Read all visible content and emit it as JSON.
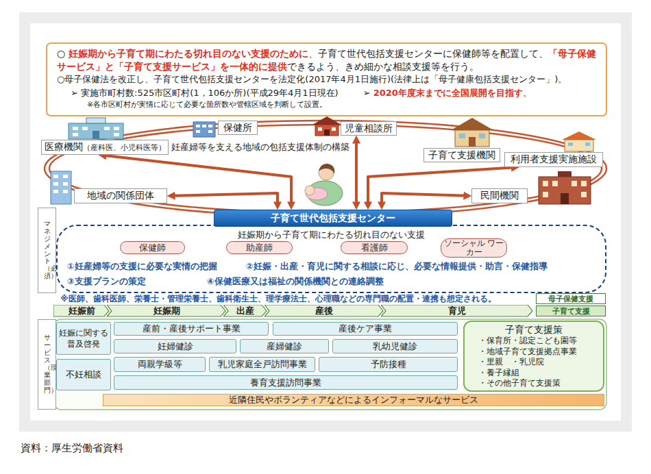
{
  "diagram": {
    "caption": "資料：厚生労働省資料",
    "nodes": [
      {
        "text": [
          "○ 妊娠期から子育て期にわたる切れ目のない支援のために、子育て世代包括支援センターに保健師等を配置して、「母子保健サービス」と「子育て支援サービス」を一体的に提供できるよう、きめ細かな相談支援等を行う。",
          "○母子保健法を改正し、子育て世代包括支援センターを法定化(2017年4月1日施行)(法律上は「母子健康包括支援センター」)。",
          "➢ 実施市町村数:525市区町村(1，106か所)(平成29年4月1日現在)",
          "➢ 2020年度末までに全国展開を目指す。",
          "※各市区町村が実情に応じて必要な箇所数や管轄区域を判断して設置。"
        ]
      },
      {
        "text": [
          "保健所"
        ]
      },
      {
        "text": [
          "児童相談所"
        ]
      },
      {
        "text": [
          "子育て支援機関"
        ]
      },
      {
        "text": [
          "医療機関（産科医、小児科医等）"
        ]
      },
      {
        "text": [
          "利用者支援実施施設"
        ]
      },
      {
        "text": [
          "地域の関係団体"
        ]
      },
      {
        "text": [
          "民間機関"
        ]
      },
      {
        "text": [
          "子育て世代包括支援センター"
        ]
      },
      {
        "text": [
          "マネジメント（必須）"
        ]
      },
      {
        "text": [
          "妊娠期から子育て期にわたる切れ目のない支援",
          "①妊産婦等の支援に必要な実情の把握",
          "②妊娠・出産・育児に関する相談に応じ、必要な情報提供・助言・保健指導",
          "③支援プランの策定",
          "④保健医療又は福祉の関係機関との連絡調整"
        ]
      },
      {
        "text": [
          "保健師"
        ],
        "in": 10
      },
      {
        "text": [
          "助産師"
        ],
        "in": 10
      },
      {
        "text": [
          "看護師"
        ],
        "in": 10
      },
      {
        "text": [
          "ソーシャル ワーカー"
        ],
        "in": 10
      },
      {
        "text": [
          "母子保健支援"
        ]
      },
      {
        "text": [
          "子育て支援"
        ]
      },
      {
        "text": [
          "妊娠前"
        ]
      },
      {
        "text": [
          "妊娠期"
        ]
      },
      {
        "text": [
          "出産"
        ]
      },
      {
        "text": [
          "産後"
        ]
      },
      {
        "text": [
          "育児"
        ]
      },
      {
        "text": [
          "サービス（現業部門）"
        ]
      },
      {
        "text": [
          "妊娠に関する 普及啓発"
        ]
      },
      {
        "text": [
          "不妊相談"
        ]
      },
      {
        "text": [
          "産前・産後サポート事業"
        ]
      },
      {
        "text": [
          "産後ケア事業"
        ]
      },
      {
        "text": [
          "妊婦健診"
        ]
      },
      {
        "text": [
          "産婦健診"
        ]
      },
      {
        "text": [
          "乳幼児健診"
        ]
      },
      {
        "text": [
          "両親学級等"
        ]
      },
      {
        "text": [
          "乳児家庭全戸訪問事業"
        ]
      },
      {
        "text": [
          "予防接種"
        ]
      },
      {
        "text": [
          "養育支援訪問事業"
        ]
      },
      {
        "text": [
          "子育て支援策",
          "・保育所・認定こども園等",
          "・地域子育て支援拠点事業",
          "・里親　・乳児院",
          "・養子縁組",
          "・その他子育て支援策"
        ]
      },
      {
        "text": [
          "近隣住民やボランティアなどによるインフォーマルなサービス"
        ]
      }
    ],
    "edges": [
      {
        "from": 8,
        "to": 4,
        "arrow": "both"
      },
      {
        "from": 8,
        "to": 6,
        "arrow": "both"
      },
      {
        "from": 8,
        "to": 2,
        "arrow": "both"
      },
      {
        "from": 8,
        "to": 5,
        "arrow": "both"
      },
      {
        "from": 8,
        "to": 7,
        "arrow": "both"
      }
    ],
    "labels": [
      "妊産婦等を支える地域の包括支援体制の構築",
      "※医師、歯科医師、栄養士・管理栄養士、歯科衛生士、理学療法士、心理職などの専門職の配置・連携も想定される。"
    ]
  }
}
